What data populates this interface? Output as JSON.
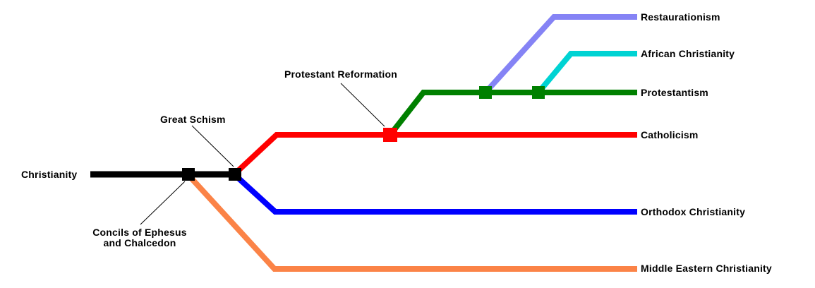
{
  "diagram": {
    "root_label": "Christianity",
    "colors": {
      "trunk": "#000000",
      "catholicism": "#FF0000",
      "orthodox": "#0000FF",
      "middle_eastern": "#FB8347",
      "protestantism": "#008000",
      "restaurationism": "#8583F5",
      "african": "#00D3D3",
      "event_black": "#000000",
      "event_red": "#FF0000",
      "event_green": "#008000",
      "annotation_line": "#000000"
    },
    "terminal_labels": {
      "restaurationism": "Restaurationism",
      "african": "African Christianity",
      "protestantism": "Protestantism",
      "catholicism": "Catholicism",
      "orthodox": "Orthodox Christianity",
      "middle_eastern": "Middle Eastern Christianity"
    },
    "event_labels": {
      "councils_line1": "Concils of Ephesus",
      "councils_line2": "and Chalcedon",
      "great_schism": "Great Schism",
      "protestant_reformation": "Protestant Reformation"
    }
  }
}
